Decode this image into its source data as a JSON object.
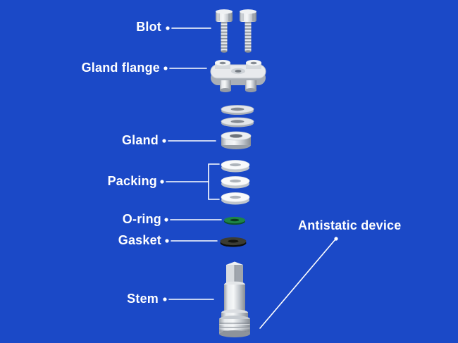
{
  "labels": {
    "blot": "Blot",
    "gland_flange": "Gland flange",
    "gland": "Gland",
    "packing": "Packing",
    "o_ring": "O-ring",
    "gasket": "Gasket",
    "stem": "Stem",
    "antistatic_device": "Antistatic device"
  },
  "colors": {
    "background": "#1b49c7",
    "label_text": "#ffffff",
    "leader_line": "#ffffff",
    "o_ring_green": "#1e8447",
    "gasket_dark": "#3b3c34",
    "metal_light": "#f5f7f8",
    "metal_dark": "#868c94"
  }
}
